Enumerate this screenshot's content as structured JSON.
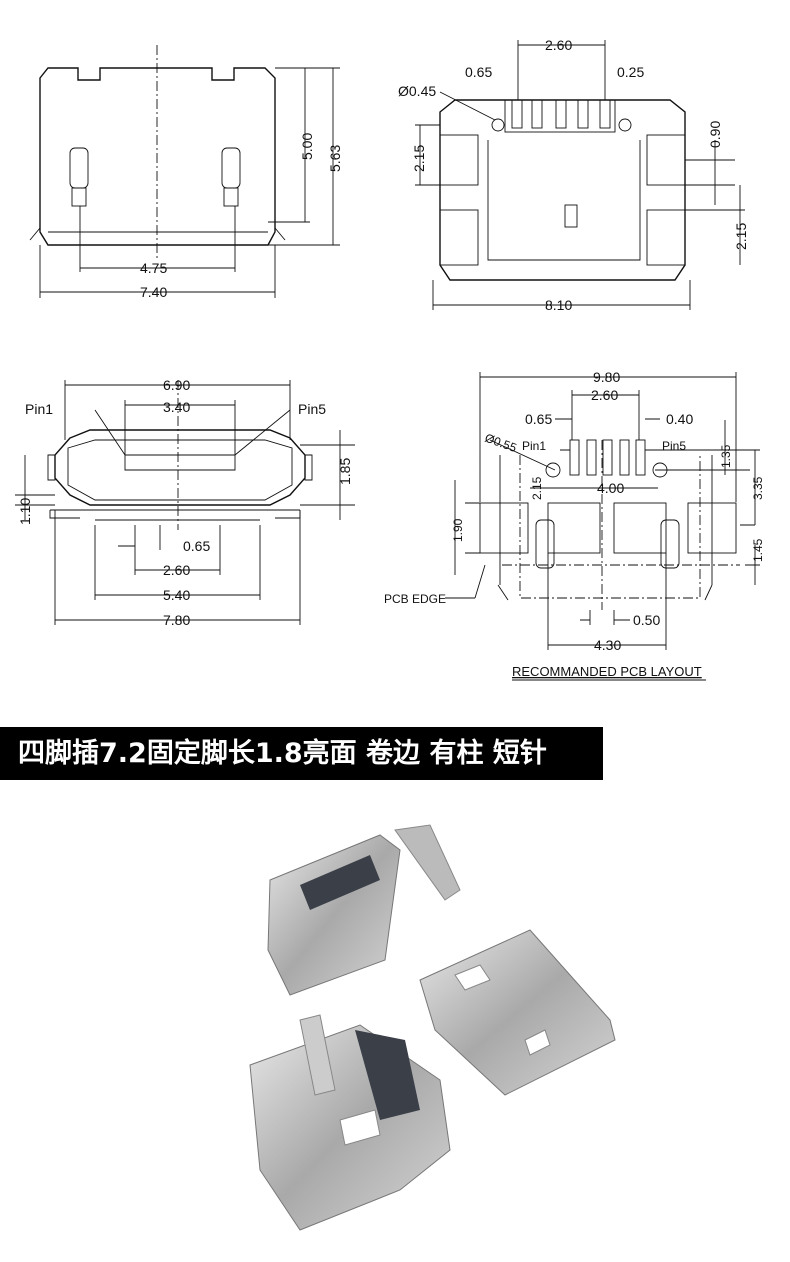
{
  "drawing_top_left": {
    "d1": "4.75",
    "d2": "7.40",
    "d3": "5.00",
    "d4": "5.63"
  },
  "drawing_top_right": {
    "d1": "2.60",
    "d2": "0.65",
    "d3": "0.25",
    "d4": "Ø0.45",
    "d5": "2.15",
    "d6": "0.90",
    "d7": "2.15",
    "d8": "8.10"
  },
  "drawing_front": {
    "d1": "6.90",
    "d2": "3.40",
    "pin1": "Pin1",
    "pin5": "Pin5",
    "d3": "1.85",
    "d4": "1.10",
    "d5": "0.65",
    "d6": "2.60",
    "d7": "5.40",
    "d8": "7.80"
  },
  "pcb_layout": {
    "d1": "9.80",
    "d2": "2.60",
    "d3": "0.65",
    "d4": "0.40",
    "d5": "Ø0.55",
    "pin1": "Pin1",
    "pin5": "Pin5",
    "d6": "1.35",
    "d7": "3.35",
    "d8": "2.15",
    "d9": "4.00",
    "d10": "1.90",
    "d11": "1.45",
    "pcb_edge": "PCB EDGE",
    "d12": "0.50",
    "d13": "4.30",
    "title": "RECOMMANDED PCB LAYOUT"
  },
  "banner": {
    "text": "四脚插7.2固定脚长1.8亮面 卷边 有柱 短针"
  }
}
